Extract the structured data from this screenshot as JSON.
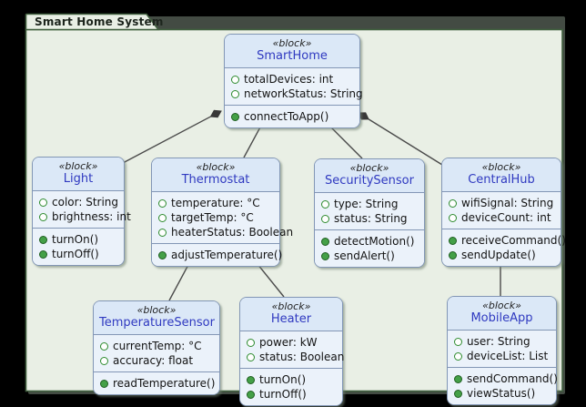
{
  "diagram": {
    "title": "Smart Home System",
    "kind": "SysML block definition diagram"
  },
  "blocks": [
    {
      "stereotype": "«block»",
      "name": "SmartHome",
      "attributes": [
        "totalDevices: int",
        "networkStatus: String"
      ],
      "operations": [
        "connectToApp()"
      ]
    },
    {
      "stereotype": "«block»",
      "name": "Light",
      "attributes": [
        "color: String",
        "brightness: int"
      ],
      "operations": [
        "turnOn()",
        "turnOff()"
      ]
    },
    {
      "stereotype": "«block»",
      "name": "Thermostat",
      "attributes": [
        "temperature: °C",
        "targetTemp: °C",
        "heaterStatus: Boolean"
      ],
      "operations": [
        "adjustTemperature()"
      ]
    },
    {
      "stereotype": "«block»",
      "name": "SecuritySensor",
      "attributes": [
        "type: String",
        "status: String"
      ],
      "operations": [
        "detectMotion()",
        "sendAlert()"
      ]
    },
    {
      "stereotype": "«block»",
      "name": "CentralHub",
      "attributes": [
        "wifiSignal: String",
        "deviceCount: int"
      ],
      "operations": [
        "receiveCommand()",
        "sendUpdate()"
      ]
    },
    {
      "stereotype": "«block»",
      "name": "TemperatureSensor",
      "attributes": [
        "currentTemp: °C",
        "accuracy: float"
      ],
      "operations": [
        "readTemperature()"
      ]
    },
    {
      "stereotype": "«block»",
      "name": "Heater",
      "attributes": [
        "power: kW",
        "status: Boolean"
      ],
      "operations": [
        "turnOn()",
        "turnOff()"
      ]
    },
    {
      "stereotype": "«block»",
      "name": "MobileApp",
      "attributes": [
        "user: String",
        "deviceList: List"
      ],
      "operations": [
        "sendCommand()",
        "viewStatus()"
      ]
    }
  ],
  "relationships": [
    {
      "from": "SmartHome",
      "to": "Light",
      "type": "composition"
    },
    {
      "from": "SmartHome",
      "to": "Thermostat",
      "type": "composition"
    },
    {
      "from": "SmartHome",
      "to": "SecuritySensor",
      "type": "composition"
    },
    {
      "from": "SmartHome",
      "to": "CentralHub",
      "type": "composition"
    },
    {
      "from": "Thermostat",
      "to": "TemperatureSensor",
      "type": "composition"
    },
    {
      "from": "Thermostat",
      "to": "Heater",
      "type": "composition"
    },
    {
      "from": "CentralHub",
      "to": "MobileApp",
      "type": "composition"
    }
  ],
  "colors": {
    "bg": "#000000",
    "frame_fill": "#e9efe5",
    "frame_border": "#41603f",
    "block_fill": "#ebf2fa",
    "block_header_fill": "#dbe8f7",
    "block_border": "#8296b5",
    "name_color": "#2f39c0",
    "attr_green": "#2e8b2e",
    "line_color": "#4a4a4a",
    "diamond_color": "#383838"
  }
}
